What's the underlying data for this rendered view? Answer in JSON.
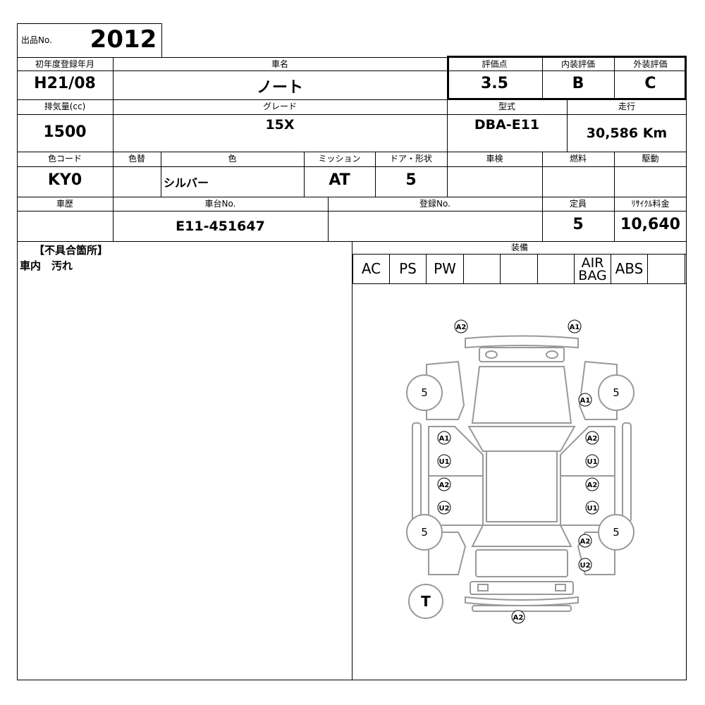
{
  "lot": {
    "label": "出品No.",
    "value": "2012"
  },
  "row1": {
    "reg_label": "初年度登録年月",
    "reg_value": "H21/08",
    "name_label": "車名",
    "name_value": "ノート",
    "score_label": "評価点",
    "score_value": "3.5",
    "interior_label": "内装評価",
    "interior_value": "B",
    "exterior_label": "外装評価",
    "exterior_value": "C"
  },
  "row2": {
    "cc_label": "排気量(cc)",
    "cc_value": "1500",
    "grade_label": "グレード",
    "grade_value": "15X",
    "model_label": "型式",
    "model_value": "DBA-E11",
    "mileage_label": "走行",
    "mileage_value": "30,586 Km"
  },
  "row3": {
    "colorcode_label": "色コード",
    "colorcode_value": "KY0",
    "recolor_label": "色替",
    "color_label": "色",
    "color_value": "シルバー",
    "mission_label": "ミッション",
    "mission_value": "AT",
    "door_label": "ドア・形状",
    "door_value": "5",
    "inspection_label": "車検",
    "fuel_label": "燃料",
    "drive_label": "駆動"
  },
  "row4": {
    "history_label": "車歴",
    "chassis_label": "車台No.",
    "chassis_value": "E11-451647",
    "regno_label": "登録No.",
    "capacity_label": "定員",
    "capacity_value": "5",
    "recycle_label": "ﾘｻｲｸﾙ料金",
    "recycle_value": "10,640"
  },
  "defects": {
    "title": "【不具合箇所】",
    "text": "車内　汚れ"
  },
  "equipment": {
    "title": "装備",
    "items": [
      "AC",
      "PS",
      "PW",
      "",
      "",
      "",
      "AIR\nBAG",
      "ABS",
      ""
    ]
  },
  "diagram": {
    "marks": {
      "front_left": "A2",
      "front_right": "A1",
      "fender_right": "A1",
      "left_1": "A1",
      "left_2": "U1",
      "left_3": "A2",
      "left_4": "U2",
      "right_1": "A2",
      "right_2": "U1",
      "right_3": "A2",
      "right_4": "U1",
      "rear_right_1": "A2",
      "rear_right_2": "U2",
      "rear": "A2"
    },
    "tires": {
      "fl": "5",
      "fr": "5",
      "rl": "5",
      "rr": "5",
      "spare": "T"
    }
  }
}
